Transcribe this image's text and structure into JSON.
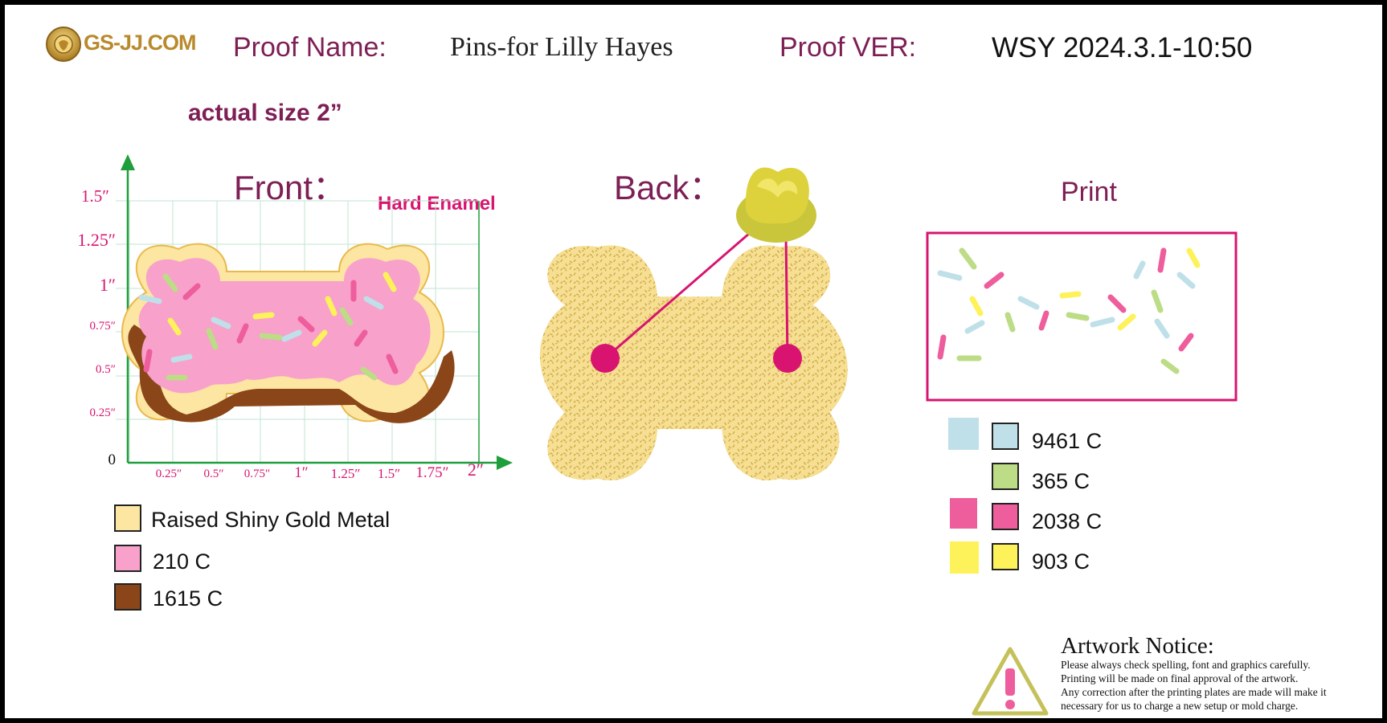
{
  "header": {
    "logo_text": "GS-JJ.COM",
    "proof_name_label": "Proof Name:",
    "proof_name_value": "Pins-for Lilly Hayes",
    "proof_ver_label": "Proof VER:",
    "proof_ver_value": "WSY 2024.3.1-10:50"
  },
  "actual_size": "actual size  2”",
  "front": {
    "title": "Front：",
    "enamel": "Hard Enamel",
    "y_ticks": [
      "1.5″",
      "1.25″",
      "1″",
      "0.75″",
      "0.5″",
      "0.25″",
      "0"
    ],
    "x_ticks": [
      "0.25″",
      "0.5″",
      "0.75″",
      "1″",
      "1.25″",
      "1.5″",
      "1.75″",
      "2″"
    ],
    "legend": [
      {
        "label": "Raised Shiny Gold Metal",
        "color": "#fde5a2"
      },
      {
        "label": "210 C",
        "color": "#f7a1cb"
      },
      {
        "label": "1615 C",
        "color": "#8a4519"
      }
    ]
  },
  "back": {
    "title": "Back："
  },
  "print": {
    "title": "Print",
    "legend": [
      {
        "label": "9461 C",
        "color": "#bfe0e8"
      },
      {
        "label": "365 C",
        "color": "#bcdc86"
      },
      {
        "label": "2038 C",
        "color": "#ee5d9c"
      },
      {
        "label": "903 C",
        "color": "#fdf25a"
      }
    ]
  },
  "notice": {
    "title": "Artwork Notice:",
    "lines": [
      "Please always check spelling, font and graphics carefully.",
      "Printing will be made on final approval of the artwork.",
      "Any correction after the printing plates are made will make it",
      "necessary for us to charge a new setup or mold charge."
    ]
  },
  "colors": {
    "maroon": "#7d1f55",
    "magenta": "#d81470",
    "green_axis": "#1f9e3c",
    "gold_texture": "#e7c76a",
    "sprinkle_blue": "#bfe0e8",
    "sprinkle_green": "#bcdc86",
    "sprinkle_pink": "#ee5d9c",
    "sprinkle_yellow": "#fdf25a"
  }
}
